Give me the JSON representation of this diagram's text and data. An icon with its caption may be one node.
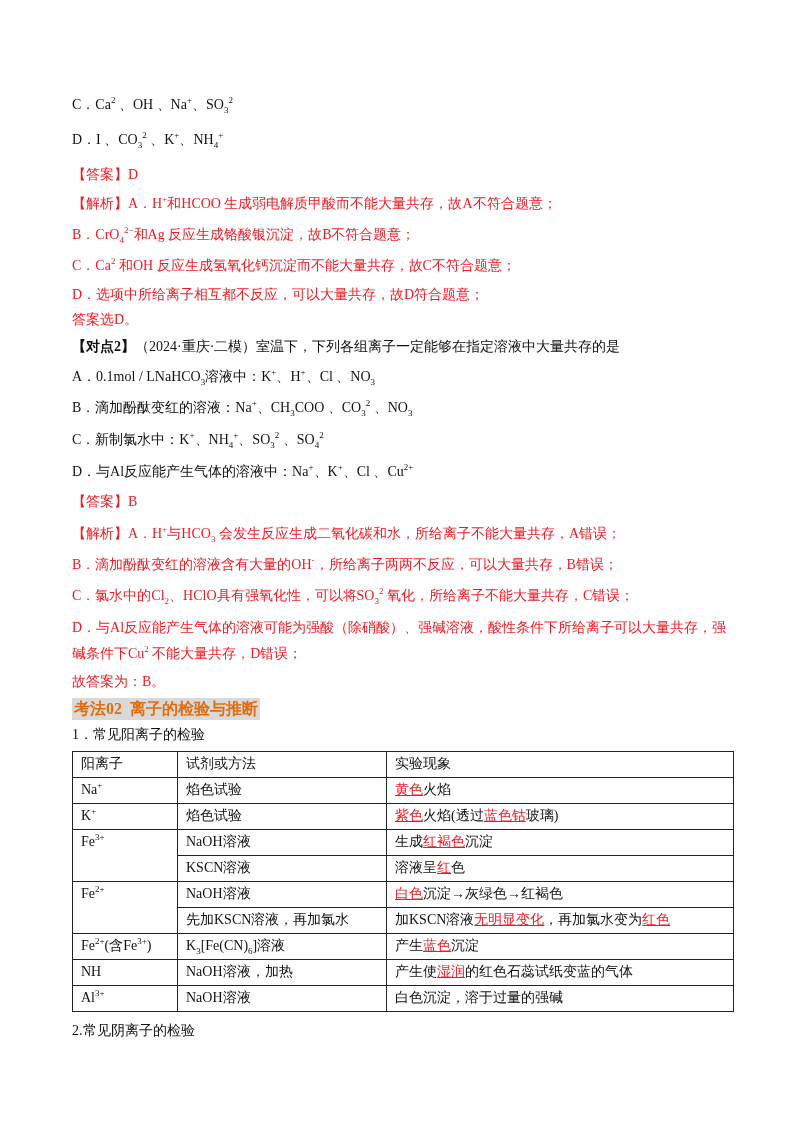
{
  "diagram": {
    "labels": [
      "C．Ca$^{2}$ 、OH 、Na$^{+}$、SO$_{3}$$^{2}$",
      "D．I 、CO$_{3}$$^{2}$ 、K$^{+}$、NH$_{4}$$^{+}$",
      "【答案】D",
      "【解析】A．H$^{+}$和HCOO 生成弱电解质甲酸而不能大量共存，故A不符合题意；",
      "B．CrO$_{4}$$^{2−}$和Ag 反应生成铬酸银沉淀，故B不符合题意；",
      "C．Ca$^{2}$ 和OH 反应生成氢氧化钙沉淀而不能大量共存，故C不符合题意；",
      "D．选项中所给离子相互都不反应，可以大量共存，故D符合题意；",
      "答案选D。",
      "**【对点2】**（2024·重庆·二模）室温下，下列各组离子一定能够在指定溶液中大量共存的是",
      "A．0.1mol / LNaHCO$_{3}$溶液中：K$^{+}$、H$^{+}$、Cl 、NO$_{3}$",
      "B．滴加酚酞变红的溶液：Na$^{+}$、CH$_{3}$COO 、CO$_{3}$$^{2}$ 、NO$_{3}$",
      "C．新制氯水中：K$^{+}$、NH$_{4}$$^{+}$、SO$_{3}$$^{2}$ 、SO$_{4}$$^{2}$",
      "D．与Al反应能产生气体的溶液中：Na$^{+}$、K$^{+}$、Cl 、Cu$^{2+}$",
      "【答案】B",
      "【解析】A．H$^{+}$与HCO$_{3}$ 会发生反应生成二氧化碳和水，所给离子不能大量共存，A错误；",
      "B．滴加酚酞变红的溶液含有大量的OH$^{-}$，所给离子两两不反应，可以大量共存，B错误；",
      "C．氯水中的Cl$_{2}$、HClO具有强氧化性，可以将SO$_{3}$$^{2}$ 氧化，所给离子不能大量共存，C错误；",
      "D．与Al反应能产生气体的溶液可能为强酸（除硝酸）、强碱溶液，酸性条件下所给离子可以大量共存，强碱条件下Cu$^{2}$ 不能大量共存，D错误；",
      "故答案为：B。",
      "考法02  离子的检验与推断",
      "1．常见阳离子的检验",
      "阳离子",
      "试剂或方法",
      "实验现象",
      "Na$^{+}$",
      "焰色试验",
      "**黄色**火焰",
      "K$^{+}$",
      "焰色试验",
      "**紫色**火焰(透过**蓝色钴**玻璃)",
      "Fe$^{3+}$",
      "NaOH溶液",
      "生成**红褐色**沉淀",
      "KSCN溶液",
      "溶液呈**红**色",
      "Fe$^{2+}$",
      "NaOH溶液",
      "**白色**沉淀→灰绿色→红褐色",
      "先加KSCN溶液，再加氯水",
      "加KSCN溶液**无明显变化**，再加氯水变为**红色**",
      "Fe$^{2+}$(含Fe$^{3+}$)",
      "K$_{3}$[Fe(CN)$_{6}$]溶液",
      "产生**蓝色**沉淀",
      "NH",
      "NaOH溶液，加热",
      "产生使**湿润**的红色石蕊试纸变蓝的气体",
      "Al$^{3+}$",
      "NaOH溶液",
      "白色沉淀，溶于过量的强碱",
      "2.常见阴离子的检验"
    ]
  }
}
